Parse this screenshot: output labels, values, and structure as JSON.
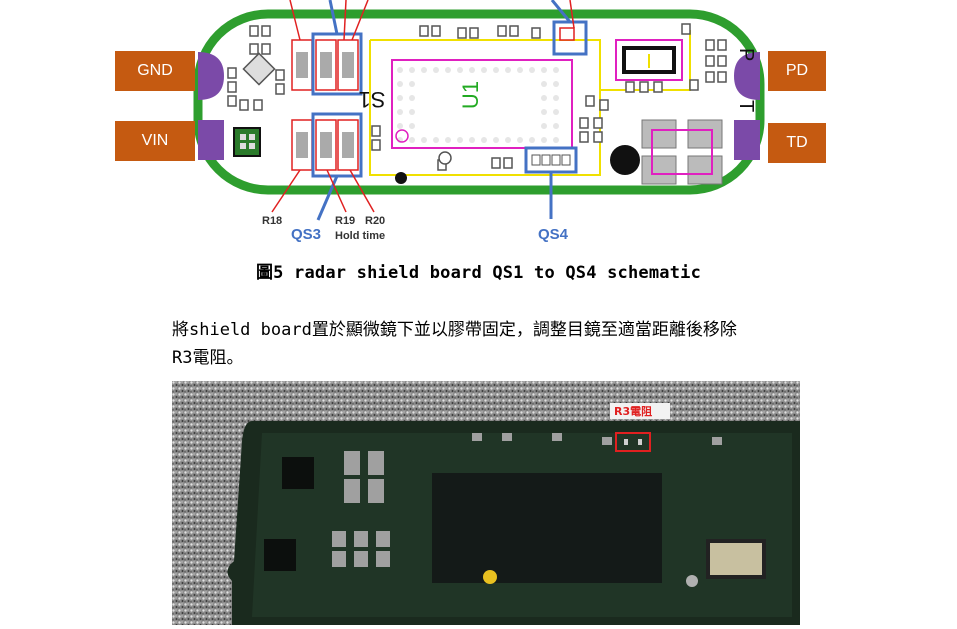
{
  "figure": {
    "pins": {
      "gnd": "GND",
      "vin": "VIN",
      "pd": "PD",
      "td": "TD"
    },
    "chip_label": "U1",
    "silk": {
      "s1": "S1",
      "t": "T",
      "p": "P"
    },
    "resistors": {
      "r18": "R18",
      "r19": "R19",
      "r20": "R20"
    },
    "groups": {
      "qs3": "QS3",
      "qs4": "QS4",
      "hold_time": "Hold time"
    },
    "caption": "圖5  radar shield board QS1 to QS4 schematic"
  },
  "body": {
    "line1": "將shield board置於顯微鏡下並以膠帶固定，調整目鏡至適當距離後移除",
    "line2": "R3電阻。"
  },
  "photo": {
    "callout": "R3電阻"
  },
  "colors": {
    "pin_box": "#c55a11",
    "board_outline": "#2e9e2e",
    "annotation_blue": "#4472c4",
    "annotation_red": "#e02020"
  }
}
